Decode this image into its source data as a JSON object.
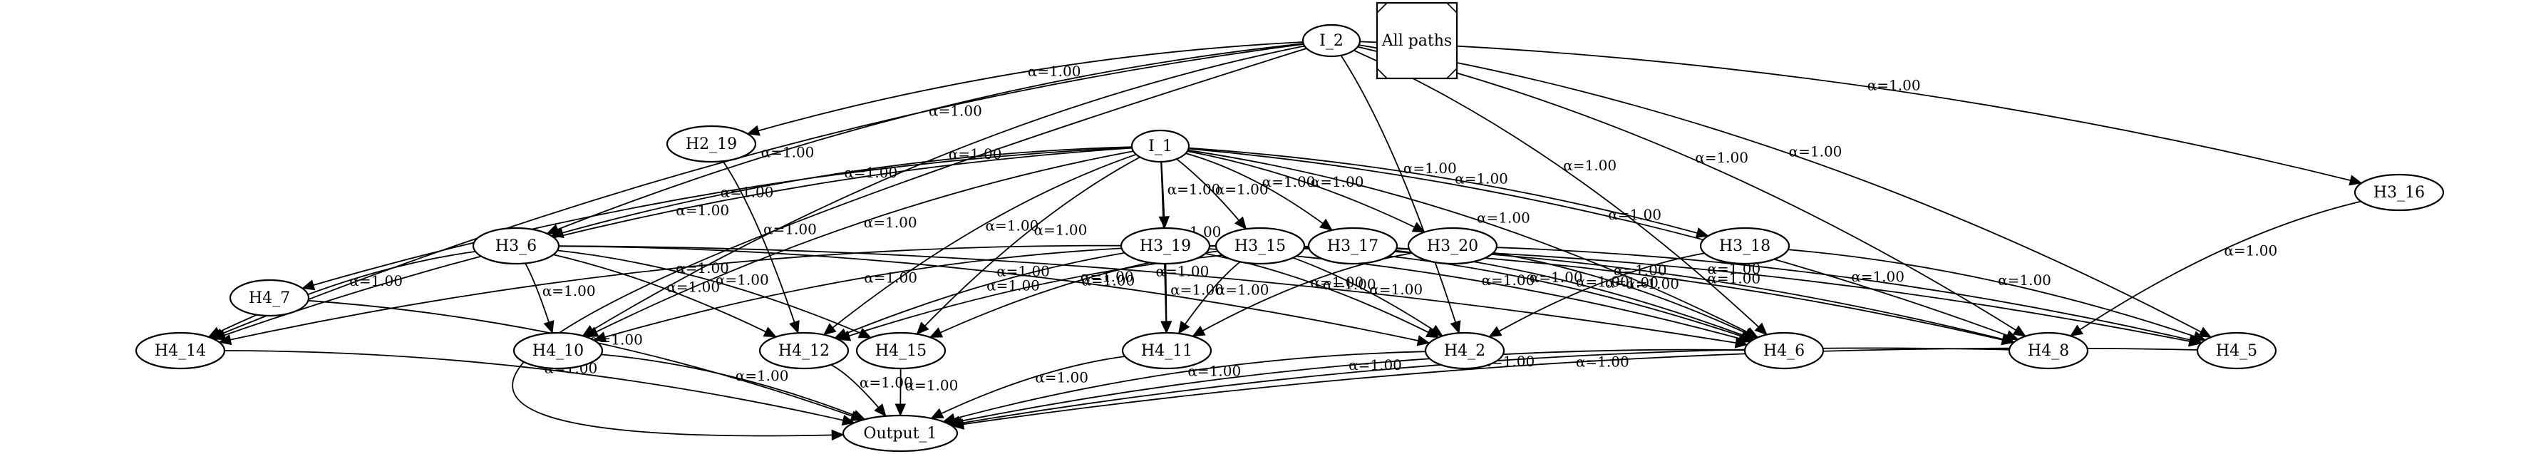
{
  "legend": {
    "title": "All paths"
  },
  "graph": {
    "nodes": [
      {
        "id": "I_2",
        "label": "I_2"
      },
      {
        "id": "I_1",
        "label": "I_1"
      },
      {
        "id": "H2_19",
        "label": "H2_19"
      },
      {
        "id": "H3_16",
        "label": "H3_16"
      },
      {
        "id": "H3_6",
        "label": "H3_6"
      },
      {
        "id": "H3_19",
        "label": "H3_19"
      },
      {
        "id": "H3_15",
        "label": "H3_15"
      },
      {
        "id": "H3_17",
        "label": "H3_17"
      },
      {
        "id": "H3_20",
        "label": "H3_20"
      },
      {
        "id": "H3_18",
        "label": "H3_18"
      },
      {
        "id": "H4_7",
        "label": "H4_7"
      },
      {
        "id": "H4_14",
        "label": "H4_14"
      },
      {
        "id": "H4_10",
        "label": "H4_10"
      },
      {
        "id": "H4_12",
        "label": "H4_12"
      },
      {
        "id": "H4_15",
        "label": "H4_15"
      },
      {
        "id": "H4_11",
        "label": "H4_11"
      },
      {
        "id": "H4_2",
        "label": "H4_2"
      },
      {
        "id": "H4_6",
        "label": "H4_6"
      },
      {
        "id": "H4_8",
        "label": "H4_8"
      },
      {
        "id": "H4_5",
        "label": "H4_5"
      },
      {
        "id": "Output_1",
        "label": "Output_1"
      }
    ],
    "edges": [
      {
        "from": "I_2",
        "to": "Output_1",
        "label": "α=1.00"
      },
      {
        "from": "I_2",
        "to": "H2_19",
        "label": "α=1.00"
      },
      {
        "from": "I_2",
        "to": "H4_14",
        "label": "α=1.00"
      },
      {
        "from": "I_2",
        "to": "H4_10",
        "label": "α=1.00"
      },
      {
        "from": "I_2",
        "to": "H3_6",
        "label": "α=1.00"
      },
      {
        "from": "I_2",
        "to": "H3_16",
        "label": "α=1.00"
      },
      {
        "from": "I_2",
        "to": "H4_5",
        "label": "α=1.00"
      },
      {
        "from": "I_2",
        "to": "H4_8",
        "label": "α=1.00"
      },
      {
        "from": "I_2",
        "to": "H4_6",
        "label": "α=1.00"
      },
      {
        "from": "I_2",
        "to": "H4_2",
        "label": "α=1.00"
      },
      {
        "from": "H2_19",
        "to": "H4_12",
        "label": "α=1.00"
      },
      {
        "from": "I_1",
        "to": "H4_14",
        "label": "α=1.00"
      },
      {
        "from": "I_1",
        "to": "H4_7",
        "label": "α=1.00"
      },
      {
        "from": "I_1",
        "to": "H4_10",
        "label": "α=1.00"
      },
      {
        "from": "I_1",
        "to": "H3_6",
        "label": "α=1.00"
      },
      {
        "from": "I_1",
        "to": "H4_12",
        "label": "α=1.00"
      },
      {
        "from": "I_1",
        "to": "H4_15",
        "label": "α=1.00"
      },
      {
        "from": "I_1",
        "to": "H4_11",
        "label": "α=1.00"
      },
      {
        "from": "I_1",
        "to": "H3_19",
        "label": "α=1.00"
      },
      {
        "from": "I_1",
        "to": "H3_15",
        "label": "α=1.00"
      },
      {
        "from": "I_1",
        "to": "H3_17",
        "label": "α=1.00"
      },
      {
        "from": "I_1",
        "to": "H3_20",
        "label": "α=1.00"
      },
      {
        "from": "I_1",
        "to": "H3_18",
        "label": "α=1.00"
      },
      {
        "from": "I_1",
        "to": "H4_6",
        "label": "α=1.00"
      },
      {
        "from": "I_1",
        "to": "H4_8",
        "label": "α=1.00"
      },
      {
        "from": "H3_16",
        "to": "H4_8",
        "label": "α=1.00"
      },
      {
        "from": "H3_6",
        "to": "H4_14",
        "label": "α=1.00"
      },
      {
        "from": "H3_6",
        "to": "H4_10",
        "label": "α=1.00"
      },
      {
        "from": "H3_6",
        "to": "H4_12",
        "label": "α=1.00"
      },
      {
        "from": "H3_6",
        "to": "H4_15",
        "label": "α=1.00"
      },
      {
        "from": "H3_6",
        "to": "H4_2",
        "label": "α=1.00"
      },
      {
        "from": "H3_6",
        "to": "H4_6",
        "label": "α=1.00"
      },
      {
        "from": "H3_19",
        "to": "H4_14",
        "label": "α=1.00"
      },
      {
        "from": "H3_19",
        "to": "H4_10",
        "label": "α=1.00"
      },
      {
        "from": "H3_19",
        "to": "H4_12",
        "label": "α=1.00"
      },
      {
        "from": "H3_19",
        "to": "H4_11",
        "label": "α=1.00"
      },
      {
        "from": "H3_19",
        "to": "H4_2",
        "label": "α=1.00"
      },
      {
        "from": "H3_19",
        "to": "H4_6",
        "label": "α=1.00"
      },
      {
        "from": "H3_19",
        "to": "H4_8",
        "label": "α=1.00"
      },
      {
        "from": "H3_19",
        "to": "H4_5",
        "label": "α=1.00"
      },
      {
        "from": "H3_15",
        "to": "H4_15",
        "label": "α=1.00"
      },
      {
        "from": "H3_15",
        "to": "H4_11",
        "label": "α=1.00"
      },
      {
        "from": "H3_15",
        "to": "H4_2",
        "label": "α=1.00"
      },
      {
        "from": "H3_15",
        "to": "H4_6",
        "label": "α=1.00"
      },
      {
        "from": "H3_17",
        "to": "H4_12",
        "label": "α=1.00"
      },
      {
        "from": "H3_17",
        "to": "H4_6",
        "label": "α=1.00"
      },
      {
        "from": "H3_17",
        "to": "H4_8",
        "label": "α=1.00"
      },
      {
        "from": "H3_20",
        "to": "H4_11",
        "label": "α=1.00"
      },
      {
        "from": "H3_20",
        "to": "H4_6",
        "label": "α=1.00"
      },
      {
        "from": "H3_20",
        "to": "H4_5",
        "label": "α=1.00"
      },
      {
        "from": "H3_18",
        "to": "H4_2",
        "label": "α=1.00"
      },
      {
        "from": "H3_18",
        "to": "H4_5",
        "label": "α=1.00"
      },
      {
        "from": "H4_7",
        "to": "Output_1",
        "label": "α=1.00"
      },
      {
        "from": "H4_14",
        "to": "Output_1",
        "label": "α=1.00"
      },
      {
        "from": "H4_10",
        "to": "Output_1",
        "label": "α=1.00"
      },
      {
        "from": "H4_12",
        "to": "Output_1",
        "label": "α=1.00"
      },
      {
        "from": "H4_15",
        "to": "Output_1",
        "label": "α=1.00"
      },
      {
        "from": "H4_11",
        "to": "Output_1",
        "label": "α=1.00"
      },
      {
        "from": "H4_2",
        "to": "Output_1",
        "label": "α=1.00"
      },
      {
        "from": "H4_6",
        "to": "Output_1",
        "label": "α=1.00"
      },
      {
        "from": "H4_8",
        "to": "Output_1",
        "label": "α=1.00"
      },
      {
        "from": "H4_5",
        "to": "Output_1",
        "label": "α=1.00"
      }
    ]
  }
}
